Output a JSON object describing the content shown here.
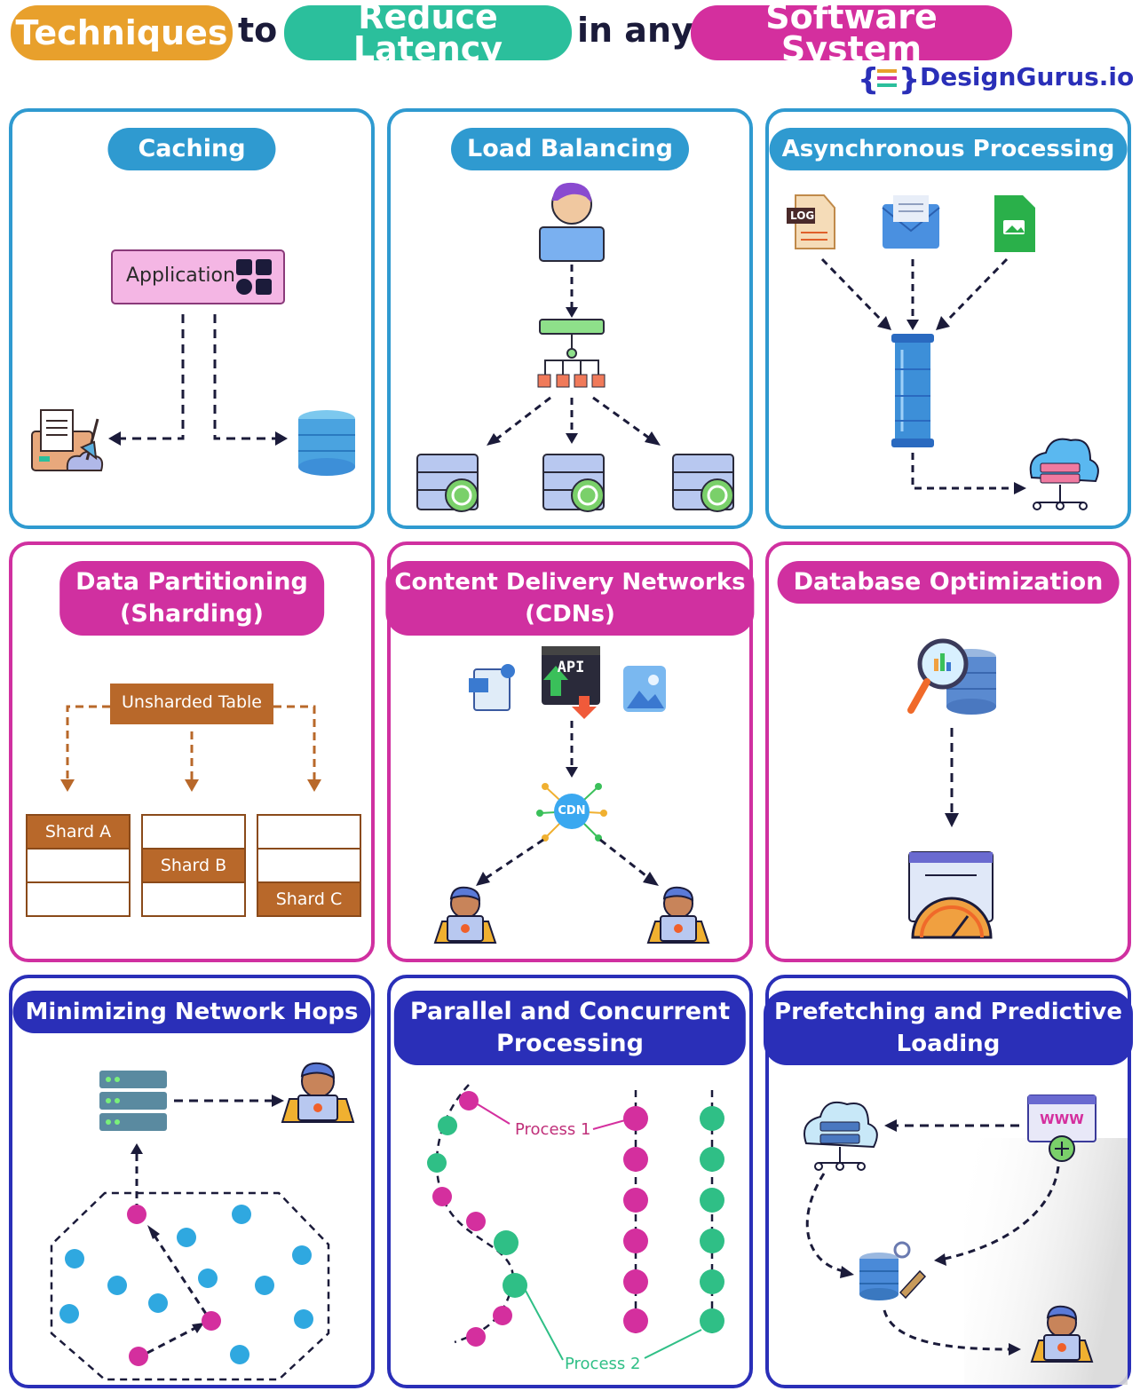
{
  "header": {
    "title_part1": "Techniques",
    "title_part2": "to",
    "title_part3": "Reduce Latency",
    "title_part4": "in any",
    "title_part5": "Software System",
    "brand": "DesignGurus.io"
  },
  "colors": {
    "orange": "#e8a02c",
    "teal": "#2bbf9c",
    "magenta": "#d42f9e",
    "blue": "#2f9ad0",
    "pink": "#d030a0",
    "navy": "#2a2fb8"
  },
  "panels": {
    "caching": {
      "title": "Caching",
      "app_label": "Application"
    },
    "load_balancing": {
      "title": "Load Balancing"
    },
    "async": {
      "title": "Asynchronous Processing",
      "log_label": "LOG"
    },
    "sharding": {
      "title_line1": "Data Partitioning",
      "title_line2": "(Sharding)",
      "table_label": "Unsharded Table",
      "shard_a": "Shard A",
      "shard_b": "Shard B",
      "shard_c": "Shard C"
    },
    "cdn": {
      "title_line1": "Content Delivery Networks",
      "title_line2": "(CDNs)",
      "api_label": "API",
      "cdn_label": "CDN"
    },
    "db_opt": {
      "title": "Database Optimization"
    },
    "network_hops": {
      "title": "Minimizing Network Hops"
    },
    "parallel": {
      "title_line1": "Parallel and Concurrent",
      "title_line2": "Processing",
      "process1": "Process 1",
      "process2": "Process 2"
    },
    "prefetch": {
      "title_line1": "Prefetching and Predictive",
      "title_line2": "Loading",
      "www_label": "WWW"
    }
  }
}
